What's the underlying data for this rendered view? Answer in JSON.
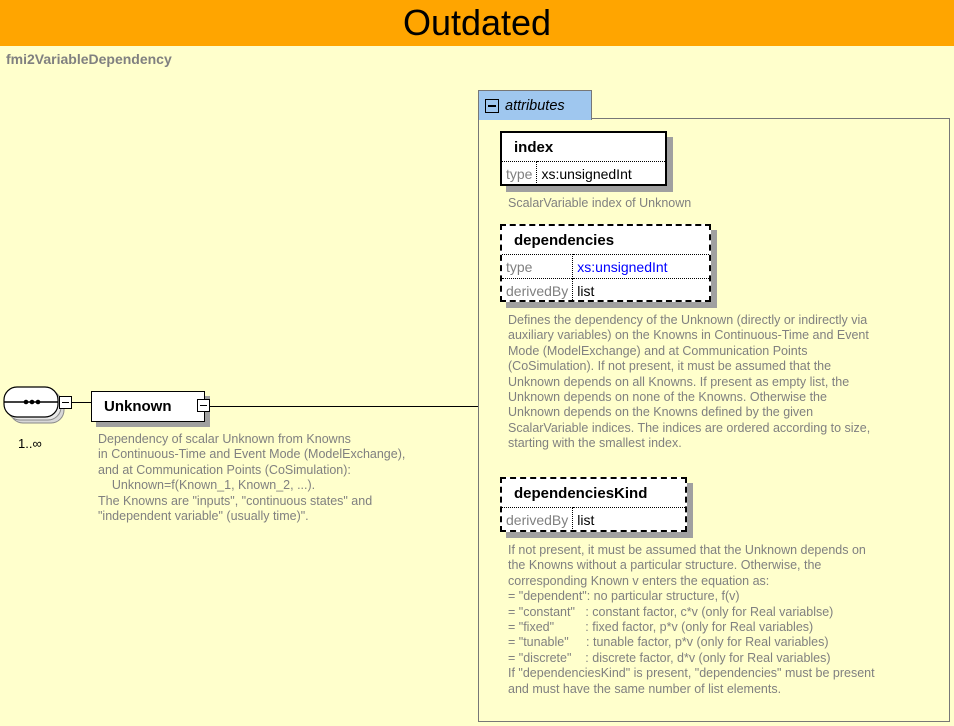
{
  "banner": "Outdated",
  "element_name": "fmi2VariableDependency",
  "sequence": {
    "cardinality": "1..∞"
  },
  "unknown": {
    "name": "Unknown",
    "description": "Dependency of scalar Unknown from Knowns\nin Continuous-Time and Event Mode (ModelExchange),\nand at Communication Points (CoSimulation):\n    Unknown=f(Known_1, Known_2, ...).\nThe Knowns are \"inputs\", \"continuous states\" and\n\"independent variable\" (usually time)\"."
  },
  "attributes": {
    "tab_label": "attributes",
    "index": {
      "name": "index",
      "type_key": "type",
      "type_value": "xs:unsignedInt",
      "description": "ScalarVariable index of Unknown"
    },
    "dependencies": {
      "name": "dependencies",
      "type_key": "type",
      "type_value": "xs:unsignedInt",
      "derived_key": "derivedBy",
      "derived_value": "list",
      "description": "Defines the dependency of the Unknown (directly or indirectly via\nauxiliary variables) on the Knowns in Continuous-Time and Event\nMode (ModelExchange) and at Communication Points\n(CoSimulation). If not present, it must be assumed that the\nUnknown depends on all Knowns. If present as empty list, the\nUnknown depends on none of the Knowns. Otherwise the\nUnknown depends on the Knowns defined by the given\nScalarVariable indices. The indices are ordered according to size,\nstarting with the smallest index."
    },
    "dependenciesKind": {
      "name": "dependenciesKind",
      "derived_key": "derivedBy",
      "derived_value": "list",
      "description": "If not present, it must be assumed that the Unknown depends on\nthe Knowns without a particular structure. Otherwise, the\ncorresponding Known v enters the equation as:\n= \"dependent\": no particular structure, f(v)\n= \"constant\"   : constant factor, c*v (only for Real variablse)\n= \"fixed\"         : fixed factor, p*v (only for Real variables)\n= \"tunable\"     : tunable factor, p*v (only for Real variables)\n= \"discrete\"    : discrete factor, d*v (only for Real variables)\nIf \"dependenciesKind\" is present, \"dependencies\" must be present\nand must have the same number of list elements."
    }
  }
}
